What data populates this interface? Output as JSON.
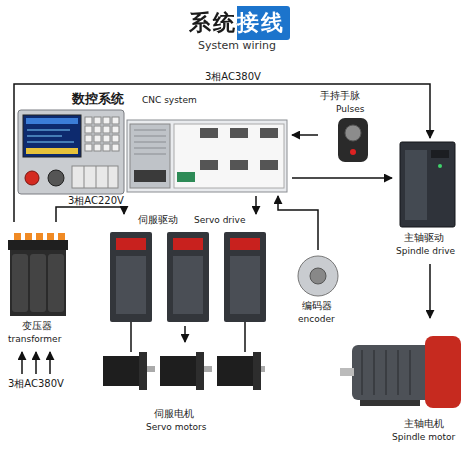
{
  "diagram": {
    "title": "系统接线",
    "nodes": [
      {
        "text": [
          "数控系统",
          "CNC system"
        ]
      },
      {
        "text": [
          "手持手脉",
          "Pulses"
        ]
      },
      {
        "text": [
          "主轴驱动",
          "Spindle drive"
        ]
      },
      {
        "text": [
          "变压器",
          "transformer"
        ]
      },
      {
        "text": [
          "伺服驱动",
          "Servo drive"
        ]
      },
      {
        "text": [
          "编码器",
          "encoder"
        ]
      },
      {
        "text": [
          "伺服电机",
          "Servo motors"
        ]
      },
      {
        "text": [
          "主轴电机",
          "Spindle motor"
        ]
      }
    ],
    "edges": [
      {
        "from": 3,
        "to": 2,
        "label": "3相AC380V",
        "arrow": "to"
      },
      {
        "from": 3,
        "to": 4,
        "label": "3相AC220V",
        "arrow": "to"
      },
      {
        "from": 0,
        "to": 4,
        "arrow": "to"
      },
      {
        "from": 1,
        "to": 0,
        "arrow": "to"
      },
      {
        "from": 0,
        "to": 2,
        "arrow": "to"
      },
      {
        "from": 5,
        "to": 0,
        "arrow": "to"
      },
      {
        "from": 4,
        "to": 6,
        "arrow": "to"
      },
      {
        "from": 2,
        "to": 7,
        "arrow": "to"
      }
    ],
    "labels": [
      "System wiring",
      "3相AC380V"
    ]
  }
}
